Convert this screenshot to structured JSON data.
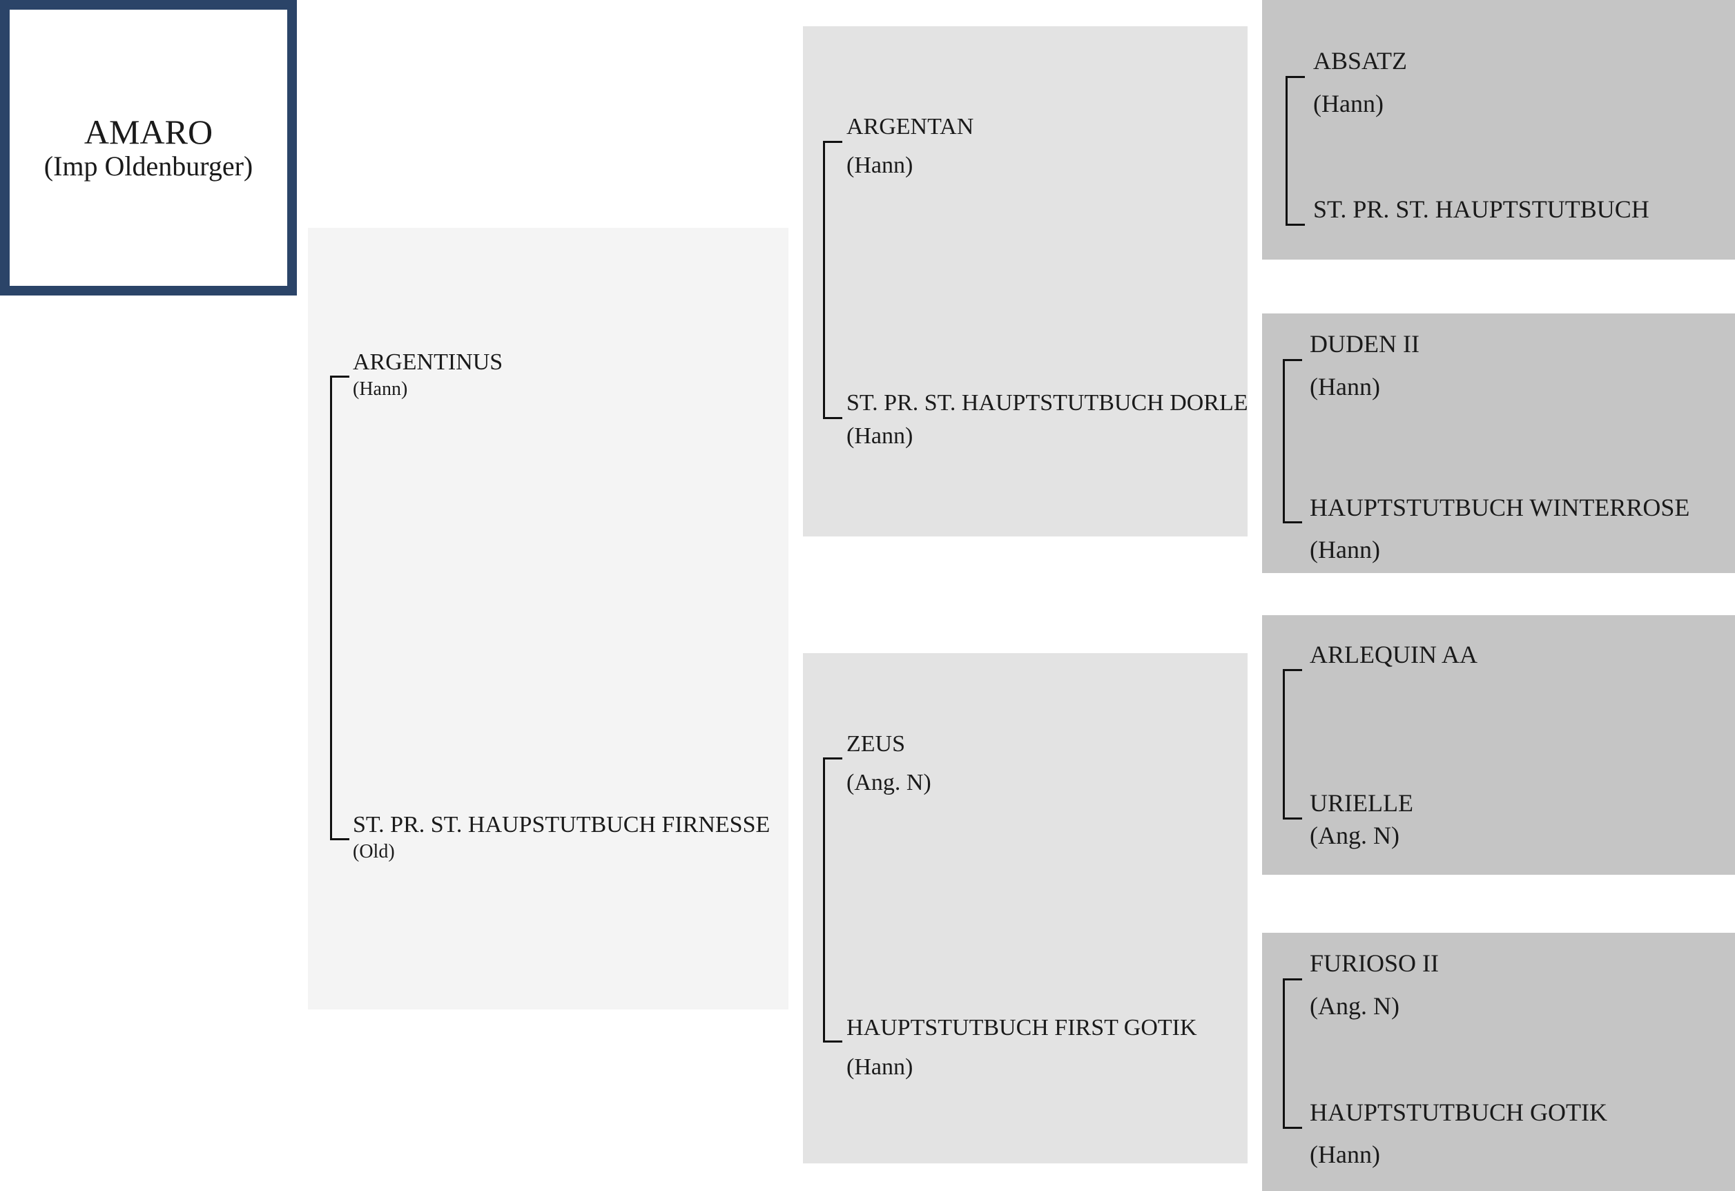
{
  "subject": {
    "name": "AMARO",
    "breed": "(Imp Oldenburger)"
  },
  "sire": {
    "name": "ARGENTINUS",
    "breed": "(Hann)"
  },
  "dam": {
    "name": "ST. PR. ST. HAUPSTUTBUCH FIRNESSE",
    "breed": "(Old)"
  },
  "sire_sire": {
    "name": "ARGENTAN",
    "breed": "(Hann)"
  },
  "sire_dam": {
    "name": "ST. PR. ST. HAUPTSTUTBUCH DORLE",
    "breed": "(Hann)"
  },
  "dam_sire": {
    "name": "ZEUS",
    "breed": "(Ang. N)"
  },
  "dam_dam": {
    "name": "HAUPTSTUTBUCH FIRST GOTIK",
    "breed": "(Hann)"
  },
  "sss": {
    "name": "ABSATZ",
    "breed": "(Hann)"
  },
  "ssd": {
    "name": "ST. PR. ST. HAUPTSTUTBUCH"
  },
  "sds": {
    "name": "DUDEN II",
    "breed": "(Hann)"
  },
  "sdd": {
    "name": "HAUPTSTUTBUCH WINTERROSE",
    "breed": "(Hann)"
  },
  "dss": {
    "name": "ARLEQUIN AA"
  },
  "dsd": {
    "name": "URIELLE",
    "breed": "(Ang. N)"
  },
  "dds": {
    "name": "FURIOSO II",
    "breed": "(Ang. N)"
  },
  "ddd": {
    "name": "HAUPTSTUTBUCH GOTIK",
    "breed": "(Hann)"
  }
}
